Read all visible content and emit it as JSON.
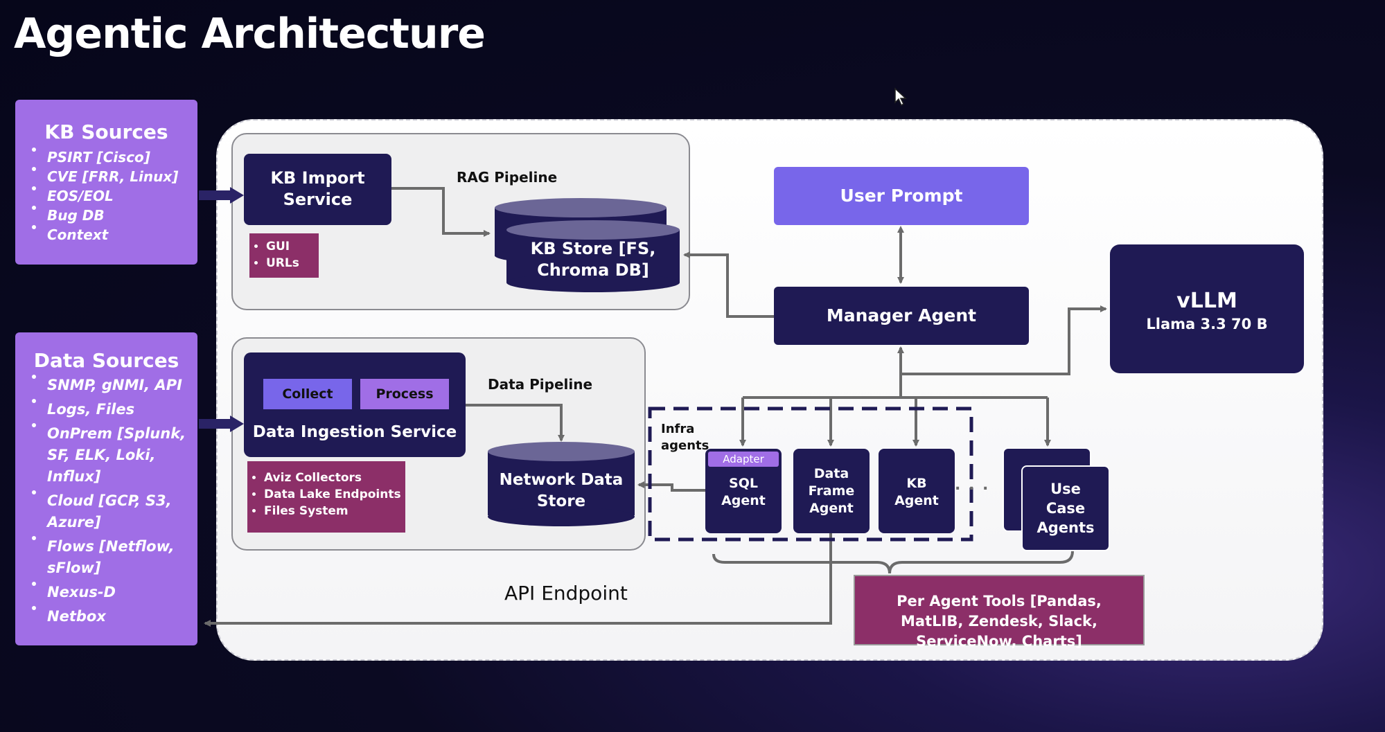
{
  "title": "Agentic Architecture",
  "kb_sources": {
    "heading": "KB Sources",
    "items": [
      "PSIRT [Cisco]",
      "CVE [FRR, Linux]",
      "EOS/EOL",
      "Bug DB",
      "Context"
    ]
  },
  "data_sources": {
    "heading": "Data Sources",
    "items": [
      "SNMP, gNMI, API",
      "Logs, Files",
      "OnPrem [Splunk, SF, ELK, Loki, Influx]",
      "Cloud [GCP, S3, Azure]",
      "Flows [Netflow, sFlow]",
      "Nexus-D",
      "Netbox"
    ]
  },
  "rag": {
    "import_service": "KB Import Service",
    "pipeline_label": "RAG Pipeline",
    "import_items": [
      "GUI",
      "URLs"
    ],
    "store": "KB Store [FS, Chroma DB]"
  },
  "data_pipeline": {
    "collect": "Collect",
    "process": "Process",
    "ingestion_service": "Data Ingestion Service",
    "pipeline_label": "Data Pipeline",
    "ingestion_items": [
      "Aviz Collectors",
      "Data Lake Endpoints",
      "Files System"
    ],
    "store": "Network Data Store"
  },
  "user_prompt": "User Prompt",
  "manager_agent": "Manager Agent",
  "vllm": {
    "name": "vLLM",
    "model": "Llama 3.3 70 B"
  },
  "agents": {
    "infra_label": "Infra agents",
    "adapter": "Adapter",
    "sql": "SQL Agent",
    "data_frame": "Data Frame Agent",
    "kb": "KB Agent",
    "dots": ". . .",
    "use_case": "Use Case Agents"
  },
  "tools": "Per Agent Tools [Pandas, MatLIB, Zendesk, Slack, ServiceNow, Charts]",
  "api_endpoint": "API Endpoint",
  "colors": {
    "navy": "#1f1a54",
    "lavender": "#a06ee6",
    "prompt": "#7866ea",
    "magenta": "#8c2f68",
    "arrow": "#6b6b6b"
  }
}
